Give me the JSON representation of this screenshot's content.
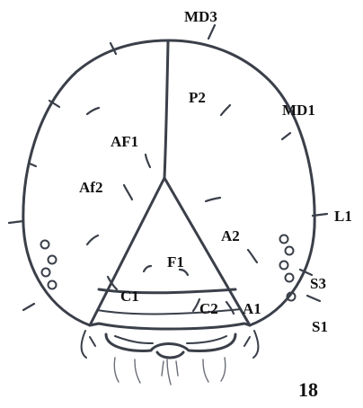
{
  "figure": {
    "number": "18",
    "labels": {
      "md3": "MD3",
      "p2": "P2",
      "md1": "MD1",
      "af1": "AF1",
      "af2": "Af2",
      "l1": "L1",
      "a2": "A2",
      "f1": "F1",
      "s3": "S3",
      "c1": "C1",
      "c2": "C2",
      "a1": "A1",
      "s1": "S1"
    }
  }
}
